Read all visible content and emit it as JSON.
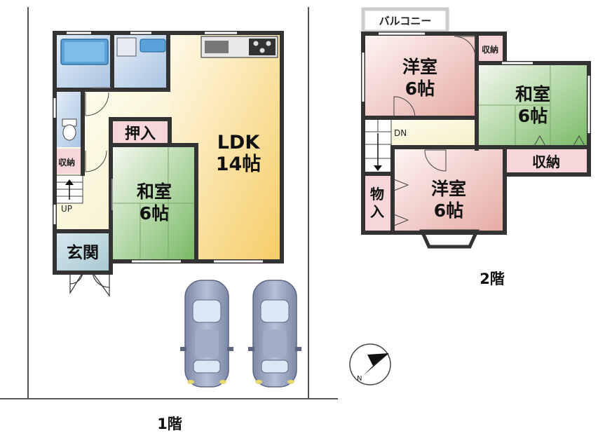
{
  "floor1": {
    "caption": "1階",
    "ldk": {
      "line1": "LDK",
      "line2": "14帖"
    },
    "washitsu": {
      "line1": "和室",
      "line2": "6帖"
    },
    "oshiire": "押入",
    "shuno": "収納",
    "genkan": "玄関",
    "up": "UP"
  },
  "floor2": {
    "caption": "2階",
    "balcony": "バルコニー",
    "yoshitsu_top": {
      "line1": "洋室",
      "line2": "6帖"
    },
    "washitsu": {
      "line1": "和室",
      "line2": "6帖"
    },
    "yoshitsu_bottom": {
      "line1": "洋室",
      "line2": "6帖"
    },
    "shuno_small": "収納",
    "shuno_large": "収納",
    "monoire": {
      "line1": "物",
      "line2": "入"
    },
    "dn": "DN"
  },
  "compass": {
    "letter": "N"
  },
  "colors": {
    "wall": "#333333",
    "ldk_gradient_start": "#fdf6de",
    "ldk_gradient_end": "#f7cf6e",
    "washitsu_start": "#f2f8ee",
    "washitsu_end": "#7fbe6b",
    "yoshitsu_start": "#fbf0ee",
    "yoshitsu_end": "#e9b3ad",
    "wet_area": "#c9dbee",
    "storage_pink": "#f6d6d8",
    "car_body": "#8f9bb5"
  }
}
